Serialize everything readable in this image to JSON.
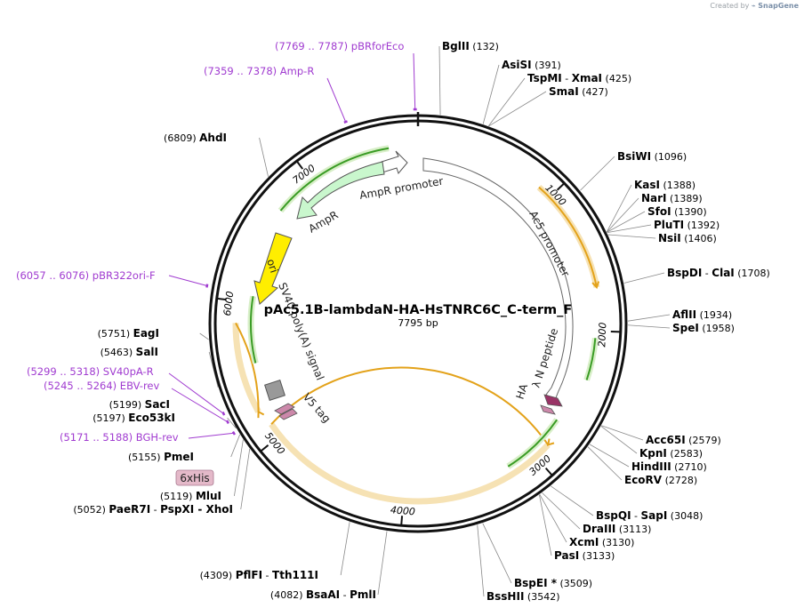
{
  "credit": {
    "prefix": "Created by",
    "brand": "SnapGene"
  },
  "plasmid": {
    "name": "pAc5.1B-lambdaN-HA-HsTNRC6C_C-term_F",
    "size_label": "7795 bp"
  },
  "ticks": [
    {
      "label": "1000"
    },
    {
      "label": "2000"
    },
    {
      "label": "3000"
    },
    {
      "label": "4000"
    },
    {
      "label": "5000"
    },
    {
      "label": "6000"
    },
    {
      "label": "7000"
    }
  ],
  "sites": [
    {
      "name": "BglII",
      "pos": "(132)"
    },
    {
      "name": "AsiSI",
      "pos": "(391)"
    },
    {
      "name": "TspMI",
      "sep": "-",
      "name2": "XmaI",
      "pos": "(425)"
    },
    {
      "name": "SmaI",
      "pos": "(427)"
    },
    {
      "name": "BsiWI",
      "pos": "(1096)"
    },
    {
      "name": "KasI",
      "pos": "(1388)"
    },
    {
      "name": "NarI",
      "pos": "(1389)"
    },
    {
      "name": "SfoI",
      "pos": "(1390)"
    },
    {
      "name": "PluTI",
      "pos": "(1392)"
    },
    {
      "name": "NsiI",
      "pos": "(1406)"
    },
    {
      "name": "BspDI",
      "sep": "-",
      "name2": "ClaI",
      "pos": "(1708)"
    },
    {
      "name": "AflII",
      "pos": "(1934)"
    },
    {
      "name": "SpeI",
      "pos": "(1958)"
    },
    {
      "name": "Acc65I",
      "pos": "(2579)"
    },
    {
      "name": "KpnI",
      "pos": "(2583)"
    },
    {
      "name": "HindIII",
      "pos": "(2710)"
    },
    {
      "name": "EcoRV",
      "pos": "(2728)"
    },
    {
      "name": "BspQI",
      "sep": "-",
      "name2": "SapI",
      "pos": "(3048)"
    },
    {
      "name": "DraIII",
      "pos": "(3113)"
    },
    {
      "name": "XcmI",
      "pos": "(3130)"
    },
    {
      "name": "PasI",
      "pos": "(3133)"
    },
    {
      "name": "BspEI *",
      "pos": "(3509)"
    },
    {
      "name": "BssHII",
      "pos": "(3542)"
    },
    {
      "name": "BsaAI",
      "sep": "-",
      "name2": "PmlI",
      "pos": "(4082)"
    },
    {
      "name": "PflFI",
      "sep": "-",
      "name2": "Tth111I",
      "pos": "(4309)"
    },
    {
      "name": "PaeR7I",
      "sep": "-",
      "name2": "PspXI - XhoI",
      "pos": "(5052)"
    },
    {
      "name": "MluI",
      "pos": "(5119)"
    },
    {
      "name": "PmeI",
      "pos": "(5155)"
    },
    {
      "name": "Eco53kI",
      "pos": "(5197)"
    },
    {
      "name": "SacI",
      "pos": "(5199)"
    },
    {
      "name": "SalI",
      "pos": "(5463)"
    },
    {
      "name": "EagI",
      "pos": "(5751)"
    },
    {
      "name": "AhdI",
      "pos": "(6809)"
    }
  ],
  "primers": [
    {
      "range": "(7769 .. 7787)",
      "name": "pBRforEco"
    },
    {
      "range": "(7359 .. 7378)",
      "name": "Amp-R"
    },
    {
      "range": "(6057 .. 6076)",
      "name": "pBR322ori-F"
    },
    {
      "range": "(5299 .. 5318)",
      "name": "SV40pA-R"
    },
    {
      "range": "(5245 .. 5264)",
      "name": "EBV-rev"
    },
    {
      "range": "(5171 .. 5188)",
      "name": "BGH-rev"
    }
  ],
  "features": {
    "ampr_promoter": "AmpR promoter",
    "ampr": "AmpR",
    "ac5_promoter": "Ac5 promoter",
    "ori": "ori",
    "sv40": "SV40 poly(A) signal",
    "v5": "V5 tag",
    "lambda_n": "λ N peptide",
    "ha": "HA",
    "his": "6xHis"
  },
  "colors": {
    "primer": "#a03bd0",
    "orf": "#e3a21a",
    "orf_glow": "#f6e2b4",
    "green": "#3a9c25",
    "green_glow": "#d8efc8",
    "ori": "#ffee00",
    "ampr": "#c9f7cd",
    "tag": "#cc88aa"
  }
}
